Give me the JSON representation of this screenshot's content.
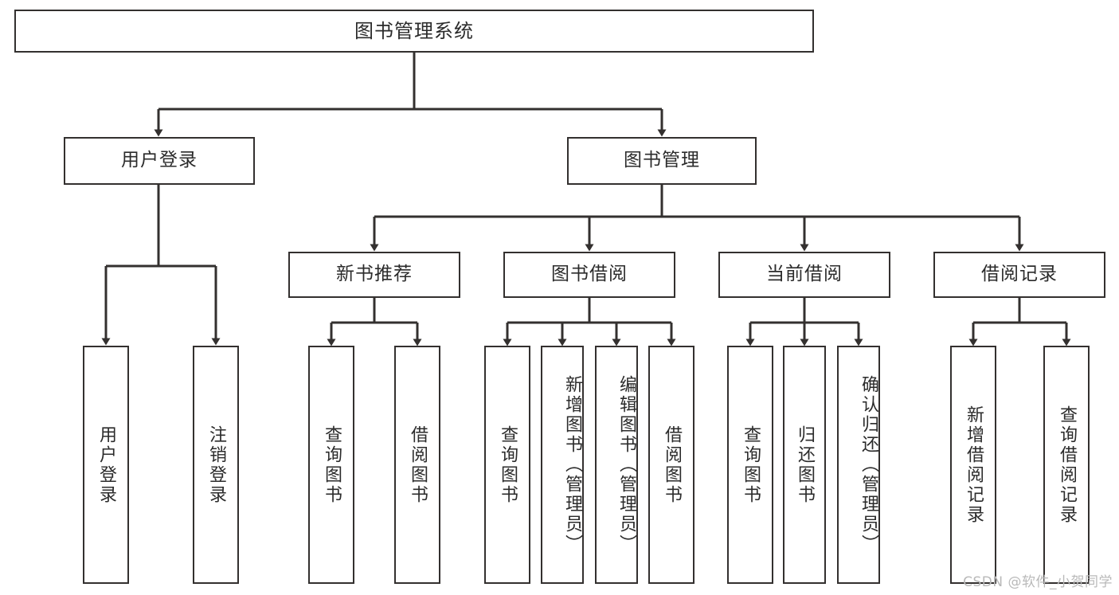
{
  "diagram": {
    "title": "图书管理系统",
    "type": "tree-hierarchy",
    "root": {
      "label": "图书管理系统"
    },
    "level1": [
      {
        "label": "用户登录"
      },
      {
        "label": "图书管理"
      }
    ],
    "level2": [
      {
        "label": "新书推荐"
      },
      {
        "label": "图书借阅"
      },
      {
        "label": "当前借阅"
      },
      {
        "label": "借阅记录"
      }
    ],
    "leaves": {
      "user_login": [
        {
          "label": "用户登录"
        },
        {
          "label": "注销登录"
        }
      ],
      "new_book_recommend": [
        {
          "label": "查询图书"
        },
        {
          "label": "借阅图书"
        }
      ],
      "book_borrow": [
        {
          "label": "查询图书"
        },
        {
          "label": "新增图书（管理员）"
        },
        {
          "label": "编辑图书（管理员）"
        },
        {
          "label": "借阅图书"
        }
      ],
      "current_borrow": [
        {
          "label": "查询图书"
        },
        {
          "label": "归还图书"
        },
        {
          "label": "确认归还（管理员）"
        }
      ],
      "borrow_record": [
        {
          "label": "新增借阅记录"
        },
        {
          "label": "查询借阅记录"
        }
      ]
    }
  },
  "watermark": {
    "text": "CSDN @软件_小贺同学"
  },
  "colors": {
    "stroke": "#33302f",
    "text": "#2b2b2b",
    "background": "#ffffff",
    "watermark": "#b9b9b9"
  }
}
